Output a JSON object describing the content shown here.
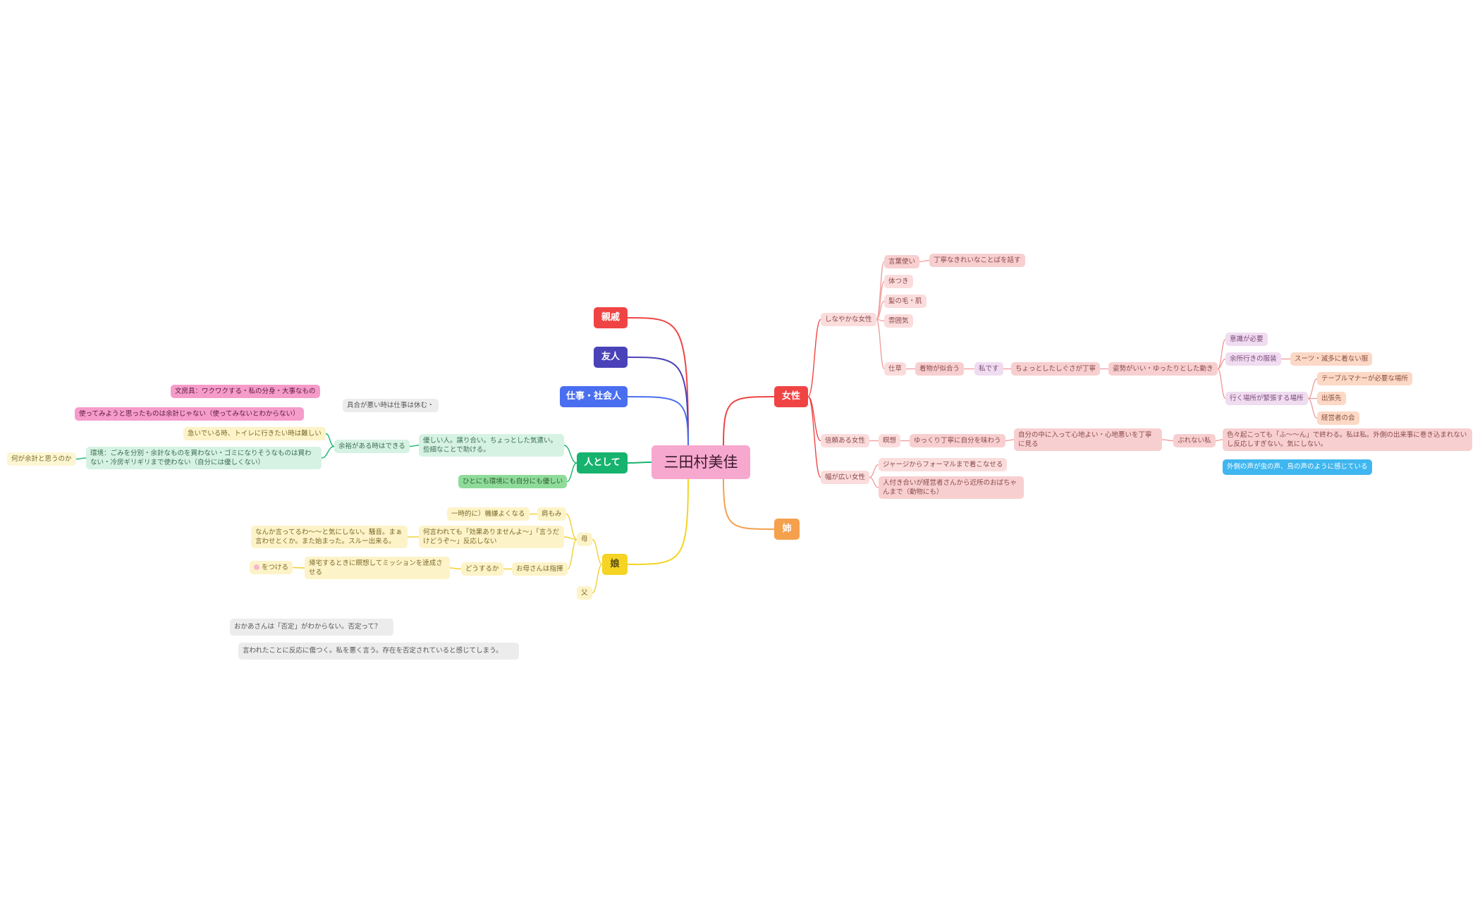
{
  "root": {
    "label": "三田村美佳",
    "color": "#f7a8cf"
  },
  "main_branches": {
    "shinseki": {
      "label": "親戚",
      "color": "#f04444"
    },
    "yuujin": {
      "label": "友人",
      "color": "#4a42b8"
    },
    "shigoto": {
      "label": "仕事・社会人",
      "color": "#4a6ef0"
    },
    "hito": {
      "label": "人として",
      "color": "#16b36e"
    },
    "musume": {
      "label": "娘",
      "color": "#f5d423"
    },
    "josei": {
      "label": "女性",
      "color": "#f04444"
    },
    "ane": {
      "label": "姉",
      "color": "#f5a04c"
    }
  },
  "josei": {
    "shinayaka": "しなやかな女性",
    "kotoba": "言葉使い",
    "teinei_kotoba": "丁寧なきれいなことばを話す",
    "karadatsuki": "体つき",
    "kami": "髪の毛・肌",
    "funiki": "雰囲気",
    "shigusa": "仕草",
    "kimono": "着物が似合う",
    "watashi": "私です",
    "chotto": "ちょっとしたしぐさが丁寧",
    "shisei": "姿勢がいい・ゆったりとした動き",
    "ishiki": "意識が必要",
    "yosoiki": "余所行きの服装",
    "suit": "スーツ・滅多に着ない服",
    "kinchou": "行く場所が緊張する場所",
    "table": "テーブルマナーが必要な場所",
    "shucchou": "出張先",
    "keieisha": "経営者の会",
    "shinrai": "信頼ある女性",
    "meisou": "瞑想",
    "yukkuri": "ゆっくり丁寧に自分を味わう",
    "jibun": "自分の中に入って心地よい・心地悪いを丁寧に見る",
    "burenai": "ぶれない私",
    "iroiro": "色々起こっても「ふ〜〜ん」で終わる。私は私。外側の出来事に巻き込まれないし反応しすぎない。気にしない。",
    "gaibu": "外側の声が虫の声、鳥の声のように感じている",
    "habahiroi": "幅が広い女性",
    "jersey": "ジャージからフォーマルまで着こなせる",
    "hitozukiai": "人付き合いが経営者さんから近所のおばちゃんまで（動物にも）"
  },
  "hito": {
    "yasashii": "優しい人。譲り合い。ちょっとした気遣い。些細なことで助ける。",
    "yoyuu": "余裕がある時はできる",
    "isogi": "急いでいる時、トイレに行きたい時は難しい",
    "kankyou": "環境：ごみを分別・余計なものを買わない・ゴミになりそうなものは買わない・冷房ギリギリまで使わない（自分には優しくない）",
    "yokei": "何が余計と思うのか",
    "bunbougu": "文房具：ワクワクする・私の分身・大事なもの",
    "tsukatte": "使ってみようと思ったものは余計じゃない（使ってみないとわからない）",
    "guai": "具合が悪い時は仕事は休む・",
    "hitonimo": "ひとにも環境にも自分にも優しい"
  },
  "musume": {
    "haha": "母",
    "chichi": "父",
    "katamomi": "肩もみ",
    "ichijiteki": "一時的に）機嫌よくなる",
    "naniiwarete": "何言われても「効果ありませんよ〜」「言うだけどうぞ〜」反応しない",
    "nanka": "なんか言ってるわ〜〜と気にしない。騒音。まぁ言わせとくか。また始まった。スルー出来る。",
    "okaasan": "お母さんは指揮",
    "dousuruka": "どうするか",
    "kitaku": "帰宅するときに瞑想してミッションを達成させる",
    "tsukeru": "をつける"
  },
  "floating": {
    "okaasan_hitei": "おかあさんは「否定」がわからない。否定って？",
    "iwareta": "言われたことに反応に傷つく。私を悪く言う。存在を否定されていると感じてしまう。"
  }
}
